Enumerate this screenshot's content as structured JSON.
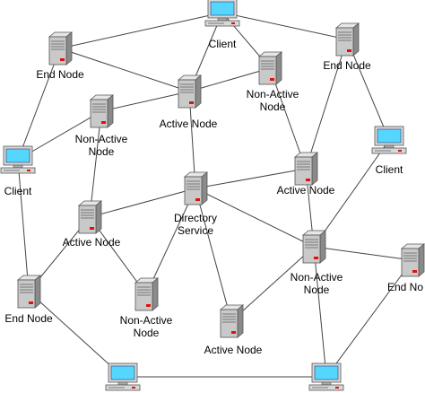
{
  "nodes": [
    {
      "id": "client-top",
      "kind": "client",
      "label": [
        "Client"
      ]
    },
    {
      "id": "endnode-topleft",
      "kind": "server",
      "label": [
        "End Node"
      ]
    },
    {
      "id": "endnode-topright",
      "kind": "server",
      "label": [
        "End Node"
      ]
    },
    {
      "id": "nonactive-topmid",
      "kind": "server",
      "label": [
        "Non-Active",
        "Node"
      ]
    },
    {
      "id": "active-topmid",
      "kind": "server",
      "label": [
        "Active Node"
      ]
    },
    {
      "id": "nonactive-left",
      "kind": "server",
      "label": [
        "Non-Active",
        "Node"
      ]
    },
    {
      "id": "client-left",
      "kind": "client",
      "label": [
        "Client"
      ]
    },
    {
      "id": "client-right",
      "kind": "client",
      "label": [
        "Client"
      ]
    },
    {
      "id": "active-right",
      "kind": "server",
      "label": [
        "Active Node"
      ]
    },
    {
      "id": "directory",
      "kind": "server",
      "label": [
        "Directory",
        "Service"
      ]
    },
    {
      "id": "active-left",
      "kind": "server",
      "label": [
        "Active Node"
      ]
    },
    {
      "id": "nonactive-right",
      "kind": "server",
      "label": [
        "Non-Active",
        "Node"
      ]
    },
    {
      "id": "endnode-right",
      "kind": "server",
      "label": [
        "End No"
      ]
    },
    {
      "id": "endnode-left",
      "kind": "server",
      "label": [
        "End Node"
      ]
    },
    {
      "id": "nonactive-bottom",
      "kind": "server",
      "label": [
        "Non-Active",
        "Node"
      ]
    },
    {
      "id": "active-bottom",
      "kind": "server",
      "label": [
        "Active Node"
      ]
    },
    {
      "id": "client-bottomleft",
      "kind": "client",
      "label": []
    },
    {
      "id": "client-bottomright",
      "kind": "client",
      "label": []
    }
  ],
  "edges": [
    [
      "client-top",
      "endnode-topleft"
    ],
    [
      "client-top",
      "active-topmid"
    ],
    [
      "client-top",
      "nonactive-topmid"
    ],
    [
      "client-top",
      "endnode-topright"
    ],
    [
      "endnode-topleft",
      "active-topmid"
    ],
    [
      "endnode-topleft",
      "client-left"
    ],
    [
      "endnode-topright",
      "active-right"
    ],
    [
      "endnode-topright",
      "client-right"
    ],
    [
      "active-topmid",
      "nonactive-left"
    ],
    [
      "active-topmid",
      "directory"
    ],
    [
      "active-topmid",
      "nonactive-topmid"
    ],
    [
      "nonactive-topmid",
      "active-right"
    ],
    [
      "nonactive-left",
      "client-left"
    ],
    [
      "nonactive-left",
      "active-left"
    ],
    [
      "client-left",
      "endnode-left"
    ],
    [
      "active-right",
      "directory"
    ],
    [
      "active-right",
      "nonactive-right"
    ],
    [
      "client-right",
      "nonactive-right"
    ],
    [
      "directory",
      "active-left"
    ],
    [
      "directory",
      "nonactive-bottom"
    ],
    [
      "directory",
      "nonactive-right"
    ],
    [
      "directory",
      "active-bottom"
    ],
    [
      "active-left",
      "endnode-left"
    ],
    [
      "active-left",
      "nonactive-bottom"
    ],
    [
      "nonactive-right",
      "endnode-right"
    ],
    [
      "nonactive-right",
      "active-bottom"
    ],
    [
      "nonactive-right",
      "client-bottomright"
    ],
    [
      "endnode-right",
      "client-bottomright"
    ],
    [
      "endnode-left",
      "client-bottomleft"
    ],
    [
      "client-bottomleft",
      "client-bottomright"
    ]
  ],
  "colors": {
    "line": "#444444",
    "server_body": "#c9c9c9",
    "server_dark": "#8a8a8a",
    "server_led": "#e01010",
    "screen": "#55d6ff",
    "case": "#d8d8d8"
  }
}
